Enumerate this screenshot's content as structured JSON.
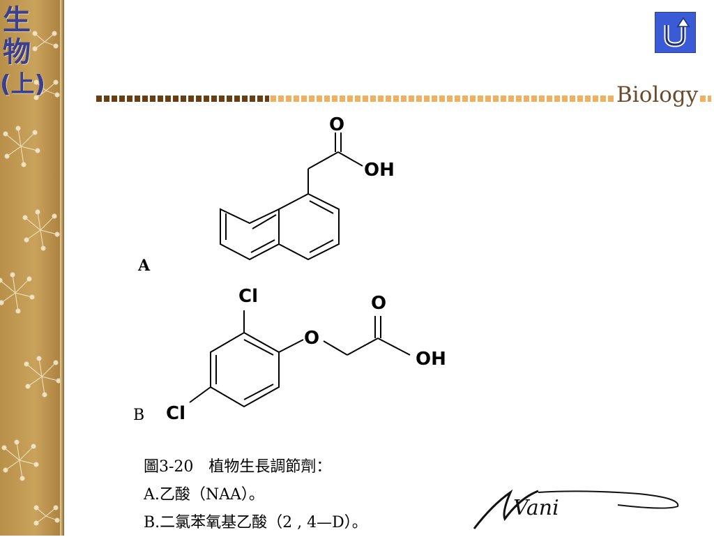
{
  "sidebar": {
    "title_lines": [
      "生",
      "物",
      "(上)"
    ]
  },
  "header": {
    "brand": "Biology",
    "return_button_label": "U"
  },
  "figure": {
    "label_a": "A",
    "label_b": "B",
    "structure_a": {
      "atoms": [
        "O",
        "OH"
      ]
    },
    "structure_b": {
      "atoms": [
        "Cl",
        "O",
        "O",
        "OH",
        "Cl"
      ]
    }
  },
  "caption": {
    "line1": "圖3-20　植物生長調節劑：",
    "line2": "A.乙酸（NAA）。",
    "line3": "B.二氯苯氧基乙酸（2 , 4—D）。"
  },
  "signature": {
    "text": "Vani"
  },
  "colors": {
    "sidebar": "#c9a25c",
    "title": "#3b3f8f",
    "button": "#3b5bd6",
    "divider_dark": "#6a3e10",
    "divider_light": "#f0b060",
    "brand": "#6b4a2a"
  }
}
